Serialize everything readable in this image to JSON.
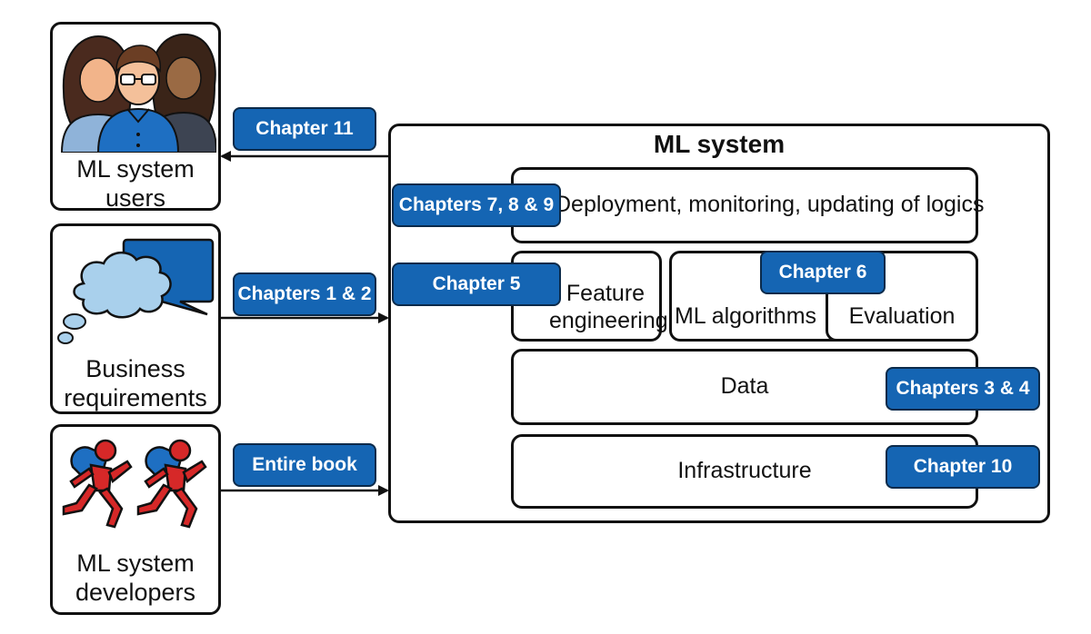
{
  "colors": {
    "tag_fill": "#1565b3",
    "outline": "#111111",
    "developer_red": "#d62828",
    "cloud_blue": "#a9d0ec"
  },
  "actors": {
    "users": {
      "label_line1": "ML system",
      "label_line2": "users",
      "icon": "people-group-icon"
    },
    "business": {
      "label_line1": "Business",
      "label_line2": "requirements",
      "icon": "speech-thought-bubbles-icon"
    },
    "developers": {
      "label_line1": "ML system",
      "label_line2": "developers",
      "icon": "running-developers-icon"
    }
  },
  "connectors": {
    "users": {
      "tag": "Chapter 11",
      "direction": "from-system"
    },
    "business": {
      "tag": "Chapters 1 & 2",
      "direction": "to-system"
    },
    "developers": {
      "tag": "Entire book",
      "direction": "to-system"
    }
  },
  "system": {
    "title": "ML system",
    "deployment": {
      "label": "Deployment, monitoring, updating of logics",
      "tag": "Chapters 7, 8 & 9"
    },
    "feature": {
      "label_line1": "Feature",
      "label_line2": "engineering",
      "tag": "Chapter 5"
    },
    "algorithms": {
      "label": "ML algorithms"
    },
    "evaluation": {
      "label": "Evaluation"
    },
    "algo_eval_tag": "Chapter 6",
    "data": {
      "label": "Data",
      "tag": "Chapters 3 & 4"
    },
    "infrastructure": {
      "label": "Infrastructure",
      "tag": "Chapter 10"
    }
  }
}
